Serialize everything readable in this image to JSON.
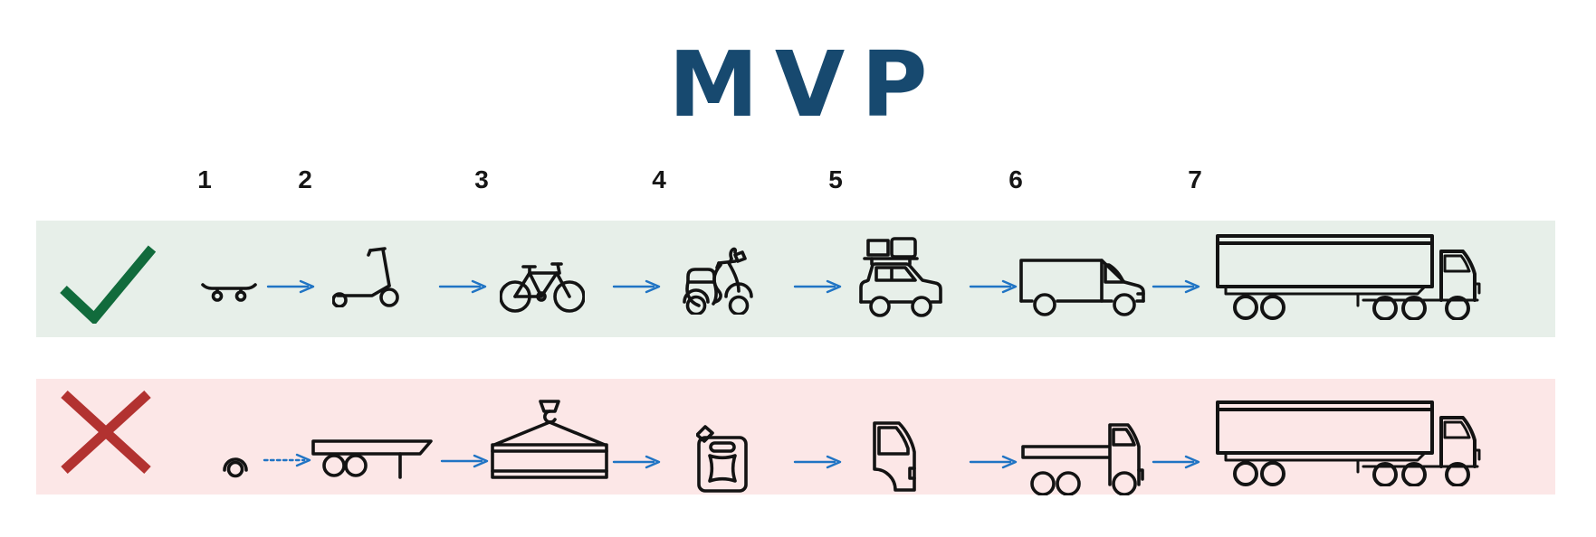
{
  "title": {
    "text": "MVP"
  },
  "steps": [
    "1",
    "2",
    "3",
    "4",
    "5",
    "6",
    "7"
  ],
  "rows": [
    {
      "id": "valid-path",
      "marker": "checkmark",
      "items": [
        "skateboard",
        "kick scooter",
        "bicycle",
        "moped",
        "car with roof luggage",
        "van",
        "semi truck"
      ]
    },
    {
      "id": "invalid-path",
      "marker": "cross",
      "items": [
        "wheel",
        "flatbed trailer",
        "slab on crane hook",
        "jerry can",
        "truck cab door",
        "truck chassis",
        "semi truck"
      ]
    }
  ],
  "colors": {
    "background": "#ffffff",
    "band_valid": "#e7efe9",
    "band_invalid": "#fce7e7",
    "checkmark": "#116b3c",
    "cross": "#b23230",
    "arrow": "#2074c4",
    "icon": "#131313",
    "title": "#17496f",
    "number": "#161616"
  }
}
